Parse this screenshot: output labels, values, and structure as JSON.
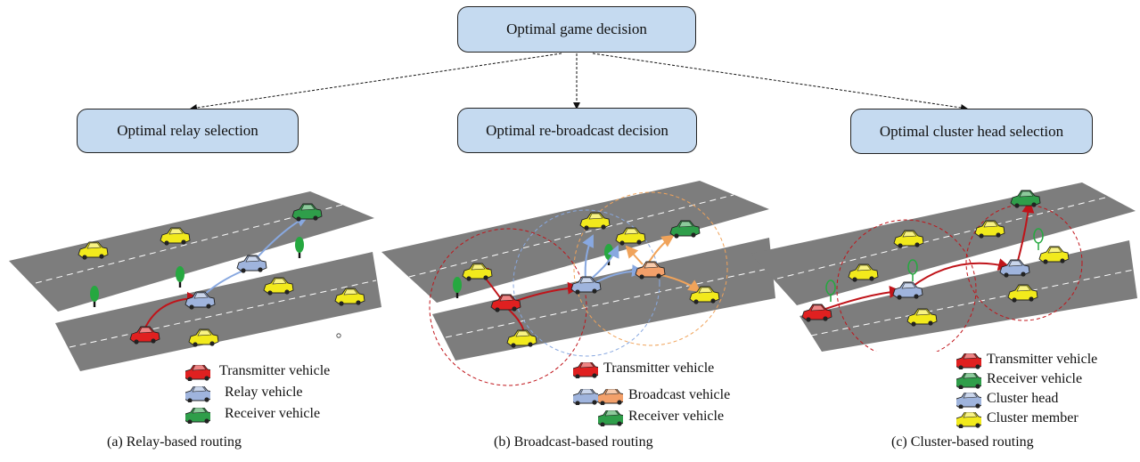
{
  "top_box": "Optimal game decision",
  "sub_boxes": [
    "Optimal relay selection",
    "Optimal re-broadcast decision",
    "Optimal cluster head selection"
  ],
  "panel_a": {
    "legend": [
      "Transmitter  vehicle",
      "Relay vehicle",
      "Receiver vehicle"
    ],
    "caption": "(a) Relay-based routing"
  },
  "panel_b": {
    "legend": [
      "Transmitter  vehicle",
      "Broadcast vehicle",
      "Receiver vehicle"
    ],
    "caption": "(b) Broadcast-based routing"
  },
  "panel_c": {
    "legend": [
      "Transmitter  vehicle",
      "Receiver vehicle",
      "Cluster head",
      "Cluster member"
    ],
    "caption": "(c) Cluster-based routing"
  },
  "colors": {
    "box_fill": "#c5daf0",
    "transmitter": "#e02020",
    "relay": "#9fb4dd",
    "receiver": "#2f9e4a",
    "broadcast": "#f3a06a",
    "member": "#f2ea1c",
    "road": "#7d7d7d",
    "link_red": "#c0141a",
    "link_blue": "#88a8e0",
    "link_orange": "#f0a35a"
  }
}
